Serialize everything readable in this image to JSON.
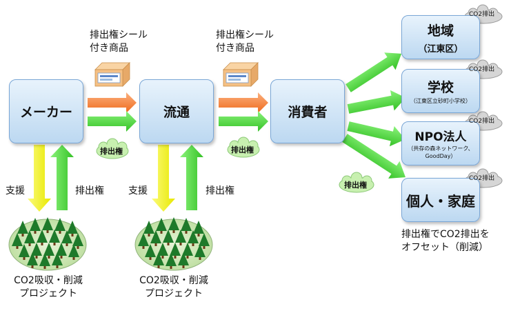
{
  "nodes": {
    "maker": "メーカー",
    "distribution": "流通",
    "consumer": "消費者",
    "region": {
      "title": "地域",
      "sub": "（江東区）"
    },
    "school": {
      "title": "学校",
      "sub": "（江東区立砂町小学校）"
    },
    "npo": {
      "title": "NPO法人",
      "sub_line1": "（共存の森ネットワーク、",
      "sub_line2": "GoodDay）"
    },
    "individual": {
      "title": "個人・家庭"
    }
  },
  "badges": {
    "co2_emission": "CO2排出"
  },
  "sticker_product": {
    "line1": "排出権シール",
    "line2": "付き商品"
  },
  "clouds": {
    "credit": "排出権"
  },
  "flows": {
    "support": "支援",
    "credit": "排出権"
  },
  "projects": {
    "line1": "CO2吸収・削減",
    "line2": "プロジェクト"
  },
  "note": {
    "line1": "排出権でCO2排出を",
    "line2": "オフセット（削減）"
  },
  "colors": {
    "box_border": "#79a6d6",
    "arrow_orange": "#f47a2e",
    "arrow_green": "#4fd63a",
    "arrow_yellow": "#f2f21a",
    "cloud_fill": "#c8f0b0",
    "forest_fill": "#cfe7b6",
    "tree_green": "#1e7a2a"
  }
}
